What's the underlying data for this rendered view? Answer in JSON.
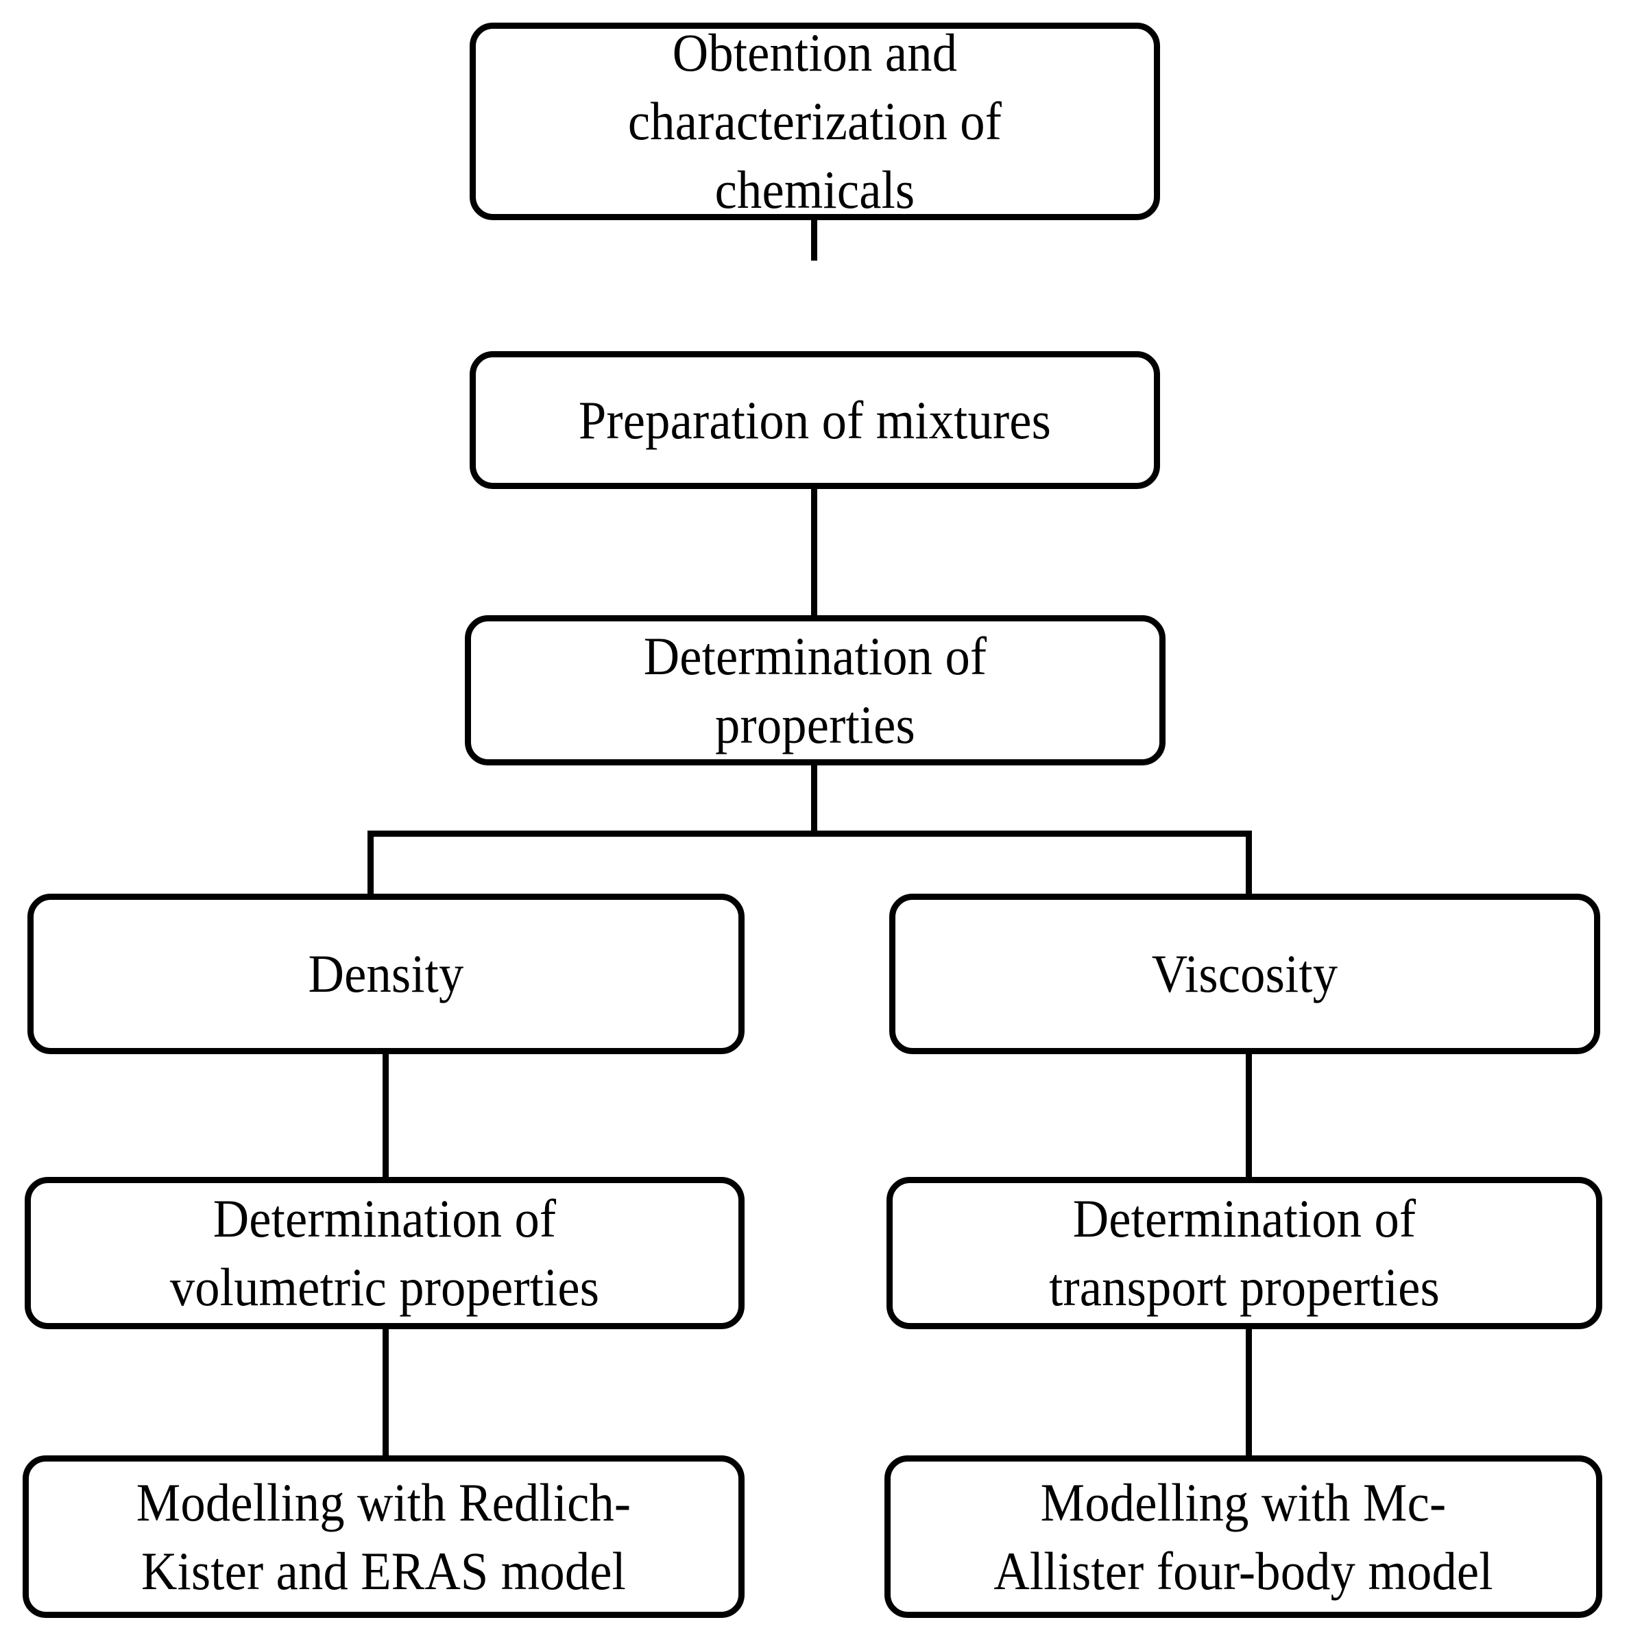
{
  "diagram": {
    "title": "Experimental and modelling workflow flowchart",
    "orientation": "top-down",
    "line_color": "#000000",
    "box_fill": "#ffffff",
    "box_border_color": "#000000",
    "nodes": [
      {
        "id": "n1",
        "label": "Obtention and\ncharacterization of\nchemicals"
      },
      {
        "id": "n2",
        "label": "Preparation of mixtures"
      },
      {
        "id": "n3",
        "label": "Determination of\nproperties"
      },
      {
        "id": "n4",
        "label": "Density"
      },
      {
        "id": "n5",
        "label": "Viscosity"
      },
      {
        "id": "n6",
        "label": "Determination of\nvolumetric properties"
      },
      {
        "id": "n7",
        "label": "Determination of\ntransport properties"
      },
      {
        "id": "n8",
        "label": "Modelling with Redlich-\nKister and ERAS model"
      },
      {
        "id": "n9",
        "label": "Modelling with Mc-\nAllister four-body model"
      }
    ],
    "edges": [
      {
        "from": "n1",
        "to": "n2"
      },
      {
        "from": "n2",
        "to": "n3"
      },
      {
        "from": "n3",
        "to": "n4"
      },
      {
        "from": "n3",
        "to": "n5"
      },
      {
        "from": "n4",
        "to": "n6"
      },
      {
        "from": "n5",
        "to": "n7"
      },
      {
        "from": "n6",
        "to": "n8"
      },
      {
        "from": "n7",
        "to": "n9"
      }
    ]
  }
}
